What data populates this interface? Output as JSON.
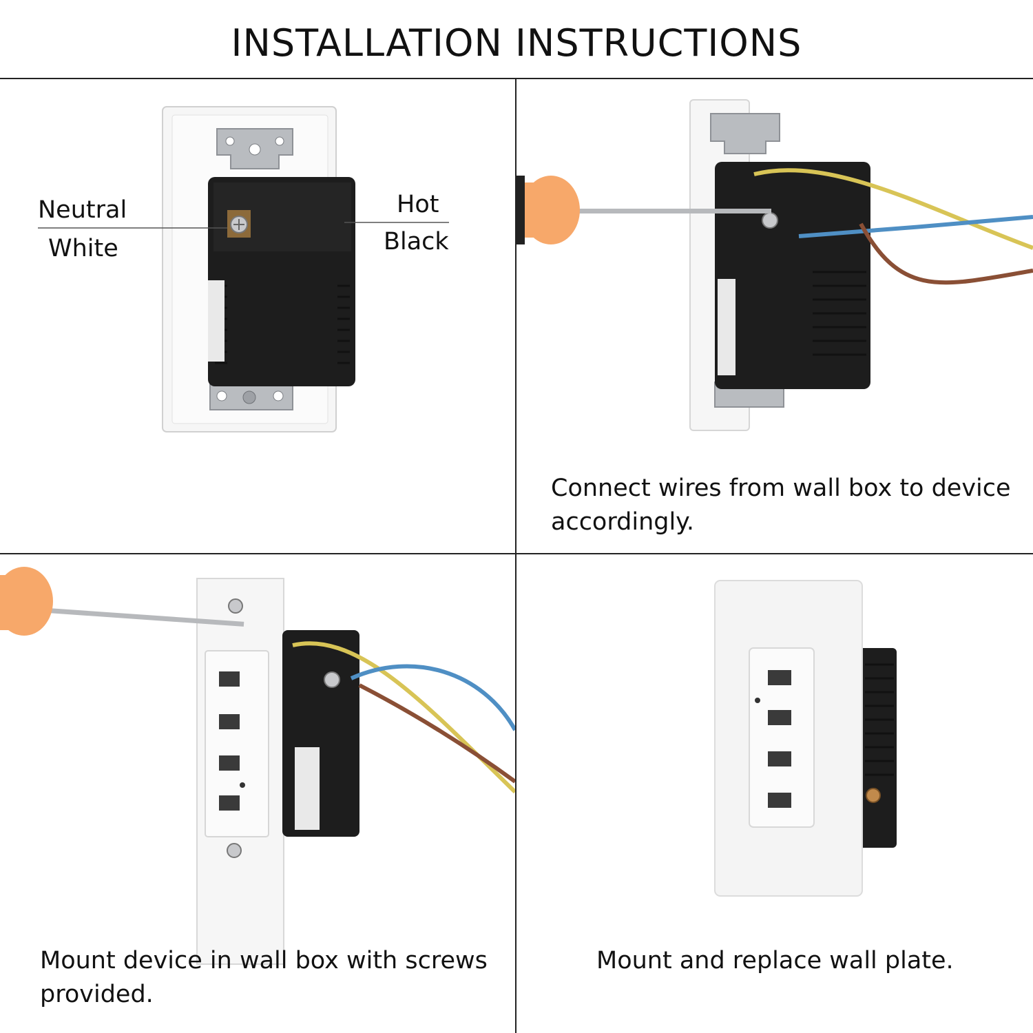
{
  "title": "INSTALLATION INSTRUCTIONS",
  "panel1": {
    "labels": {
      "neutral": "Neutral",
      "white": "White",
      "hot": "Hot",
      "black": "Black"
    }
  },
  "panel2": {
    "caption": "Connect wires from wall box to device accordingly."
  },
  "panel3": {
    "caption": "Mount device in wall box with screws provided."
  },
  "panel4": {
    "caption": "Mount and replace wall plate."
  },
  "colors": {
    "wire_blue": "#4f8fc4",
    "wire_yellow": "#d8c456",
    "wire_brown": "#8a4f35",
    "screwdriver_handle": "#f7a86a",
    "device_body": "#1b1b1b",
    "plate": "#f4f4f4"
  }
}
